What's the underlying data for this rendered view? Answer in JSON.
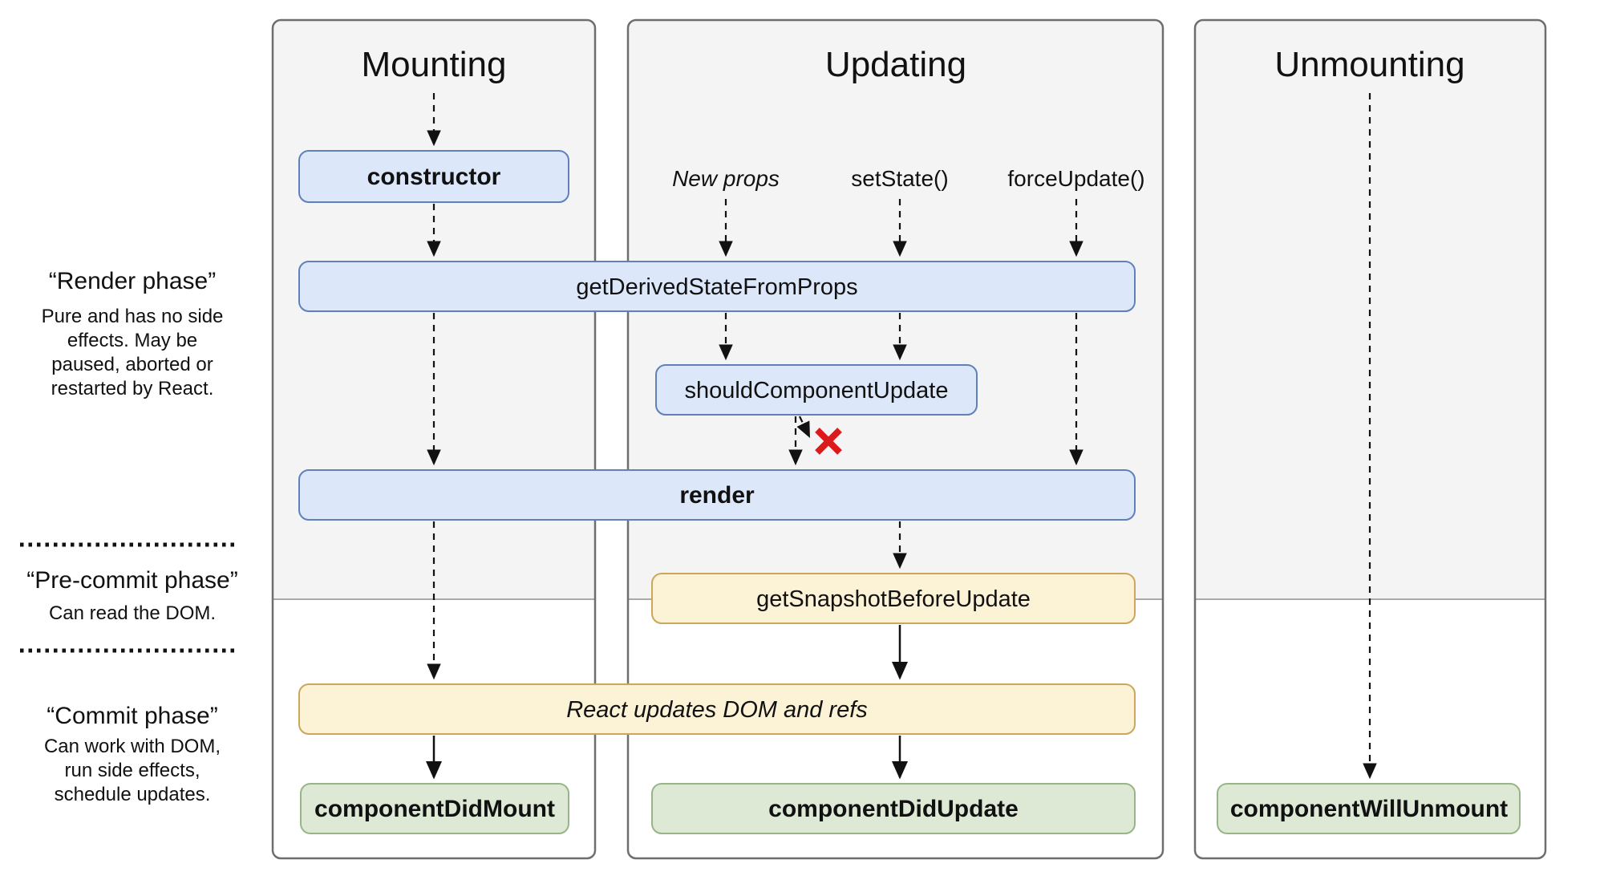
{
  "sidebar": {
    "render_phase": {
      "title": "“Render phase”",
      "lines": [
        "Pure and has no side",
        "effects. May be",
        "paused, aborted or",
        "restarted by React."
      ]
    },
    "pre_commit_phase": {
      "title": "“Pre-commit phase”",
      "lines": [
        "Can read the DOM."
      ]
    },
    "commit_phase": {
      "title": "“Commit phase”",
      "lines": [
        "Can work with DOM,",
        "run side effects,",
        "schedule updates."
      ]
    }
  },
  "columns": {
    "mounting": {
      "title": "Mounting"
    },
    "updating": {
      "title": "Updating",
      "triggers": {
        "new_props": "New props",
        "set_state": "setState()",
        "force_update": "forceUpdate()"
      }
    },
    "unmounting": {
      "title": "Unmounting"
    }
  },
  "boxes": {
    "constructor": "constructor",
    "get_derived_state_from_props": "getDerivedStateFromProps",
    "should_component_update": "shouldComponentUpdate",
    "render": "render",
    "get_snapshot_before_update": "getSnapshotBeforeUpdate",
    "react_updates_dom": "React updates DOM and refs",
    "component_did_mount": "componentDidMount",
    "component_did_update": "componentDidUpdate",
    "component_will_unmount": "componentWillUnmount"
  },
  "icons": {
    "skip_x": "red-x-skip-update"
  },
  "colors": {
    "page_bg": "#ffffff",
    "panel_upper_bg": "#f4f4f4",
    "panel_border": "#6e6e6e",
    "phase_divider": "#aaaaaa",
    "blue_fill": "#dce8fa",
    "blue_border": "#6080ba",
    "yellow_fill": "#fcf2d6",
    "yellow_border": "#c9a85c",
    "green_fill": "#dde8d5",
    "green_border": "#98b588",
    "arrow": "#111111",
    "red_x": "#dd1a1a",
    "text": "#111111"
  }
}
